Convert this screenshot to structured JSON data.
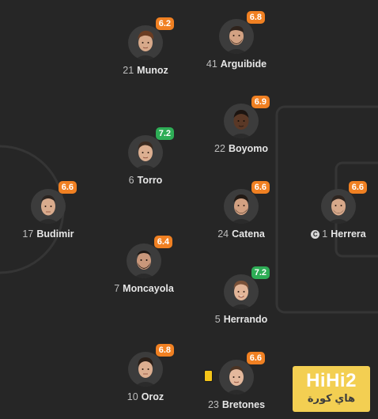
{
  "watermark": {
    "logo": "HiHi2",
    "subtitle": "هاي كورة"
  },
  "players": [
    {
      "id": "munoz",
      "number": "21",
      "name": "Munoz",
      "rating": "6.2",
      "rating_color": "orange",
      "captain": false,
      "yellow_card": false
    },
    {
      "id": "arguibide",
      "number": "41",
      "name": "Arguibide",
      "rating": "6.8",
      "rating_color": "orange",
      "captain": false,
      "yellow_card": false
    },
    {
      "id": "boyomo",
      "number": "22",
      "name": "Boyomo",
      "rating": "6.9",
      "rating_color": "orange",
      "captain": false,
      "yellow_card": false
    },
    {
      "id": "torro",
      "number": "6",
      "name": "Torro",
      "rating": "7.2",
      "rating_color": "green",
      "captain": false,
      "yellow_card": false
    },
    {
      "id": "budimir",
      "number": "17",
      "name": "Budimir",
      "rating": "6.6",
      "rating_color": "orange",
      "captain": false,
      "yellow_card": false
    },
    {
      "id": "catena",
      "number": "24",
      "name": "Catena",
      "rating": "6.6",
      "rating_color": "orange",
      "captain": false,
      "yellow_card": false
    },
    {
      "id": "herrera",
      "number": "1",
      "name": "Herrera",
      "rating": "6.6",
      "rating_color": "orange",
      "captain": true,
      "captain_symbol": "C",
      "yellow_card": false
    },
    {
      "id": "moncayola",
      "number": "7",
      "name": "Moncayola",
      "rating": "6.4",
      "rating_color": "orange",
      "captain": false,
      "yellow_card": false
    },
    {
      "id": "herrando",
      "number": "5",
      "name": "Herrando",
      "rating": "7.2",
      "rating_color": "green",
      "captain": false,
      "yellow_card": false
    },
    {
      "id": "oroz",
      "number": "10",
      "name": "Oroz",
      "rating": "6.8",
      "rating_color": "orange",
      "captain": false,
      "yellow_card": false
    },
    {
      "id": "bretones",
      "number": "23",
      "name": "Bretones",
      "rating": "6.6",
      "rating_color": "orange",
      "captain": false,
      "yellow_card": true
    }
  ],
  "colors": {
    "rating_orange": "#f08022",
    "rating_green": "#2ead56",
    "pitch": "#262626",
    "pitch_lines": "#333333",
    "yellow_card": "#f5c518",
    "watermark_bg": "#f3cf52"
  }
}
